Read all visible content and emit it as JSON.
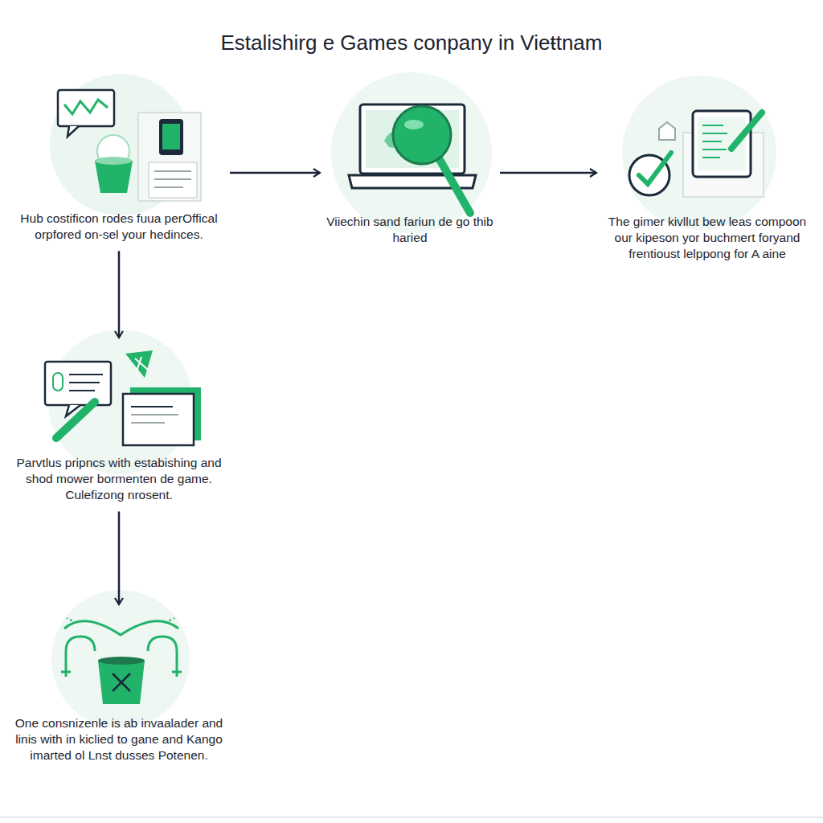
{
  "diagram": {
    "title": "Estalishirg e Games conpany in Vieŧtnam",
    "nodes": [
      {
        "text": [
          "Hub costificon rodes fuua perOffical orpfored on-sel your hedinces."
        ]
      },
      {
        "text": [
          "Viiechin sand fariun de go thib haried"
        ]
      },
      {
        "text": [
          "The gimer kivllut bew leas compoon our kipeson yor buchmert foryand frentioust lelppong for A aine"
        ]
      },
      {
        "text": [
          "Parvtlus pripncs with estabishing and shod mower bormenten de game. Culefizong nrosent."
        ]
      },
      {
        "text": [
          "One consnizenle is ab invaalader and linis with in kiclied to gane and Kango imarted ol Lnst dusses Potenen."
        ]
      }
    ],
    "edges": [
      {
        "from": 0,
        "to": 1,
        "arrow": "to"
      },
      {
        "from": 1,
        "to": 2,
        "arrow": "to"
      },
      {
        "from": 0,
        "to": 3,
        "arrow": "to"
      },
      {
        "from": 3,
        "to": 4,
        "arrow": "to"
      }
    ]
  }
}
